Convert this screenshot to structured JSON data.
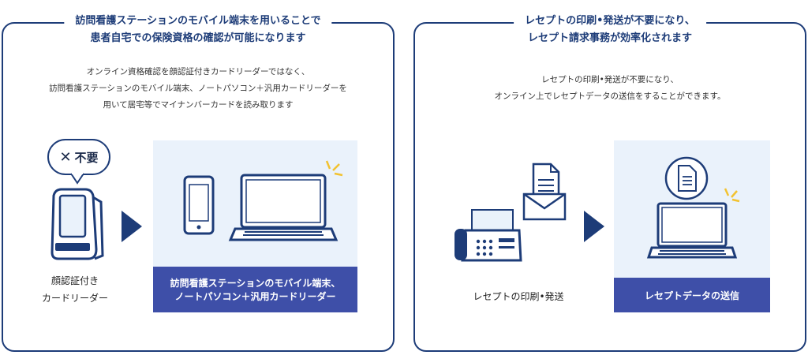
{
  "left_panel": {
    "title_line1": "訪問看護ステーションのモバイル端末を用いることで",
    "title_line2": "患者自宅での保険資格の確認が可能になります",
    "desc_line1": "オンライン資格確認を顔認証付きカードリーダーではなく、",
    "desc_line2": "訪問看護ステーションのモバイル端末、ノートパソコン＋汎用カードリーダーを",
    "desc_line3": "用いて居宅等でマイナンバーカードを読み取ります",
    "bubble_mark": "✕",
    "bubble_text": "不要",
    "device_caption_line1": "顔認証付き",
    "device_caption_line2": "カードリーダー",
    "box_label_line1": "訪問看護ステーションのモバイル端末、",
    "box_label_line2": "ノートパソコン＋汎用カードリーダー"
  },
  "right_panel": {
    "title_line1": "レセプトの印刷•発送が不要になり、",
    "title_line2": "レセプト請求事務が効率化されます",
    "desc_line1": "レセプトの印刷•発送が不要になり、",
    "desc_line2": "オンライン上でレセプトデータの送信をすることができます。",
    "fax_caption": "レセプトの印刷•発送",
    "box_label": "レセプトデータの送信"
  },
  "colors": {
    "navy": "#1d3c78",
    "label_bg": "#3e4fa8",
    "box_bg": "#eaf2fb",
    "accent": "#f2c230"
  },
  "icons": [
    "face-auth-card-reader-icon",
    "smartphone-icon",
    "laptop-icon",
    "fax-machine-icon",
    "document-icon",
    "envelope-icon",
    "arrow-right-icon",
    "sparkle-icon"
  ]
}
